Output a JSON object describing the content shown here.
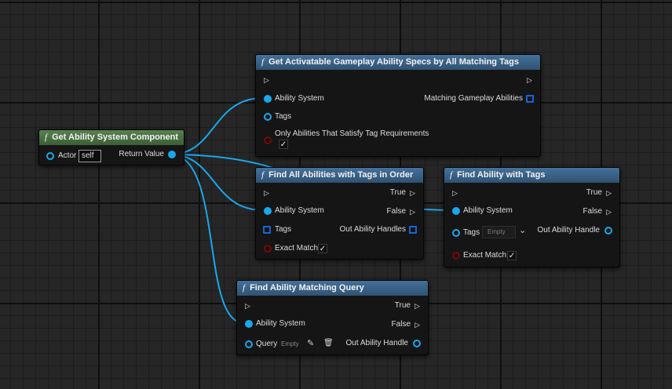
{
  "colors": {
    "object_pin": "#1aa7ec",
    "bool_pin": "#6b0f10",
    "struct_pin": "#1a63d6",
    "function_header": "#3b6186",
    "pure_header": "#4c7546"
  },
  "nodes": {
    "get_asc": {
      "title": "Get Ability System Component",
      "actor_label": "Actor",
      "actor_value": "self",
      "return_label": "Return Value"
    },
    "specs": {
      "title": "Get Activatable Gameplay Ability Specs by All Matching Tags",
      "ability_system": "Ability System",
      "matching": "Matching Gameplay Abilities",
      "tags": "Tags",
      "only": "Only Abilities That Satisfy Tag Requirements"
    },
    "find_all": {
      "title": "Find All Abilities with Tags in Order",
      "true": "True",
      "false": "False",
      "ability_system": "Ability System",
      "tags": "Tags",
      "out": "Out Ability Handles",
      "exact": "Exact Match"
    },
    "find_tags": {
      "title": "Find Ability with Tags",
      "true": "True",
      "false": "False",
      "ability_system": "Ability System",
      "tags": "Tags",
      "tags_value": "Empty",
      "out": "Out Ability Handle",
      "exact": "Exact Match"
    },
    "find_query": {
      "title": "Find Ability Matching Query",
      "true": "True",
      "false": "False",
      "ability_system": "Ability System",
      "query": "Query",
      "query_value": "Empty",
      "out": "Out Ability Handle"
    }
  },
  "icons": {
    "function": "f",
    "exec": "▷",
    "checkmark": "✓",
    "dropdown": "⌄",
    "edit": "✎",
    "delete": "🗑"
  }
}
